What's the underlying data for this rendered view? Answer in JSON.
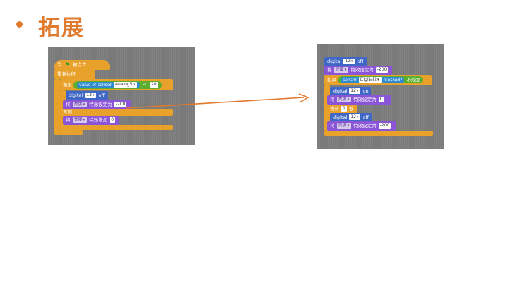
{
  "slide": {
    "title": "拓展"
  },
  "left": {
    "hat": "当",
    "hat_suffix": "被点击",
    "forever": "重复执行",
    "if": "如果",
    "sensor_text": "value of sensor",
    "sensor_port": "Analog5",
    "op": "<",
    "threshold": "20",
    "dig": "digital",
    "dig_pin": "13",
    "dig_state": "off",
    "set_label": "将",
    "effect": "亮度",
    "set_text": "特效设定为",
    "set_val": "-200",
    "else": "否则",
    "change_label": "将",
    "change_text": "特效增加",
    "change_val": "0"
  },
  "right": {
    "dig1": "digital",
    "dig1_pin": "12",
    "dig1_state": "off",
    "set1_label": "将",
    "effect1": "亮度",
    "set1_text": "特效设定为",
    "set1_val": "-200",
    "if": "如果",
    "sensor_text": "sensor",
    "sensor_port": "Digital2",
    "sensor_suffix": "pressed?",
    "not_text": "不成立",
    "dig2": "digital",
    "dig2_pin": "12",
    "dig2_state": "on",
    "set2_label": "将",
    "effect2": "亮度",
    "set2_text": "特效设定为",
    "set2_val": "0",
    "wait": "等待",
    "wait_val": "1",
    "wait_unit": "秒",
    "dig3": "digital",
    "dig3_pin": "12",
    "dig3_state": "off",
    "set3_label": "将",
    "effect3": "亮度",
    "set3_text": "特效设定为",
    "set3_val": "-200"
  },
  "colors": {
    "accent": "#E07A2E",
    "control": "#E8A12A",
    "io": "#3F67C5",
    "looks": "#8A55D7",
    "operator": "#5BAE2E"
  }
}
